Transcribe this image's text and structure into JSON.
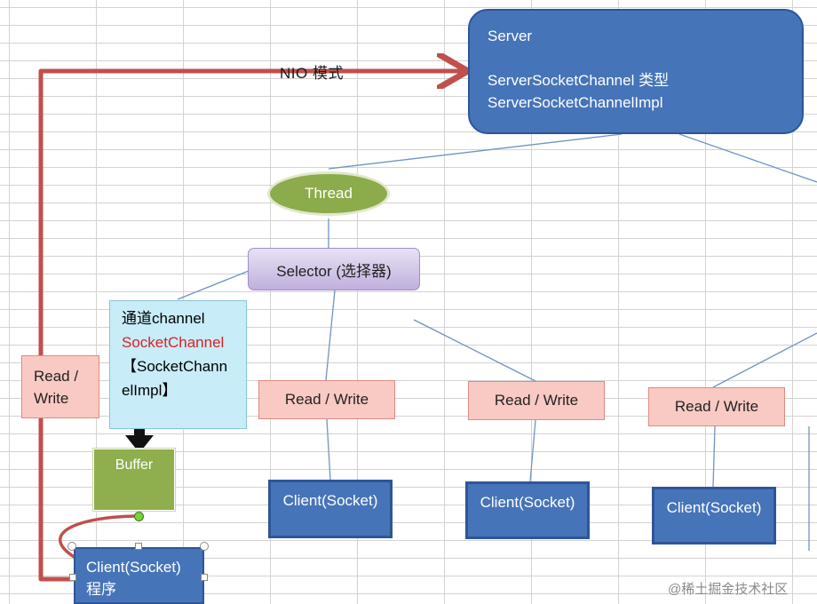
{
  "nio_label": "NIO 模式",
  "server": {
    "title": "Server",
    "line1": "ServerSocketChannel 类型",
    "line2": "ServerSocketChannelImpl"
  },
  "thread": {
    "label": "Thread"
  },
  "selector": {
    "label": "Selector (选择器)"
  },
  "channel": {
    "line1": "通道channel",
    "line2": "SocketChannel",
    "line3": "【SocketChann",
    "line4": "elImpl】",
    "highlight_color": "#e02020"
  },
  "read_write": {
    "left_line1": "Read /",
    "left_line2": "Write",
    "label": "Read / Write"
  },
  "buffer": {
    "label": "Buffer"
  },
  "clients": {
    "label": "Client(Socket)"
  },
  "main_client": {
    "line1": "Client(Socket)",
    "line2": "程序"
  },
  "watermark": "@稀土掘金技术社区",
  "colors": {
    "server_blue": "#4674b8",
    "thread_green": "#8cab4a",
    "selector_purple": "#c9bce3",
    "channel_cyan": "#c8ecf8",
    "read_write_pink": "#f9c9c3",
    "arrow_red": "#c0504d",
    "connector_blue": "#6f94c4"
  }
}
